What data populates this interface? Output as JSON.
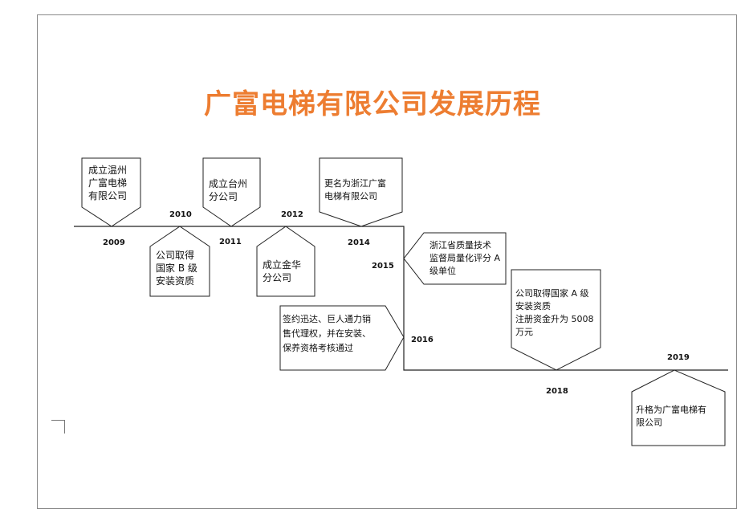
{
  "title": "广富电梯有限公司发展历程",
  "events": [
    {
      "id": "2009",
      "year": "2009",
      "text": "成立温州\n广富电梯\n有限公司"
    },
    {
      "id": "2010",
      "year": "2010",
      "text": "公司取得\n国家 B 级\n安装资质"
    },
    {
      "id": "2011",
      "year": "2011",
      "text": "成立台州\n分公司"
    },
    {
      "id": "2012",
      "year": "2012",
      "text": "成立金华\n分公司"
    },
    {
      "id": "2014",
      "year": "2014",
      "text": "更名为浙江广富\n电梯有限公司"
    },
    {
      "id": "2015",
      "year": "2015",
      "text": "浙江省质量技术\n监督局量化评分 A\n级单位"
    },
    {
      "id": "2016",
      "year": "2016",
      "text": "签约迅达、巨人通力销\n售代理权，并在安装、\n保养资格考核通过"
    },
    {
      "id": "2018",
      "year": "2018",
      "text": "公司取得国家 A 级\n安装资质\n注册资金升为 5008\n万元"
    },
    {
      "id": "2019",
      "year": "2019",
      "text": "升格为广富电梯有\n限公司"
    }
  ]
}
